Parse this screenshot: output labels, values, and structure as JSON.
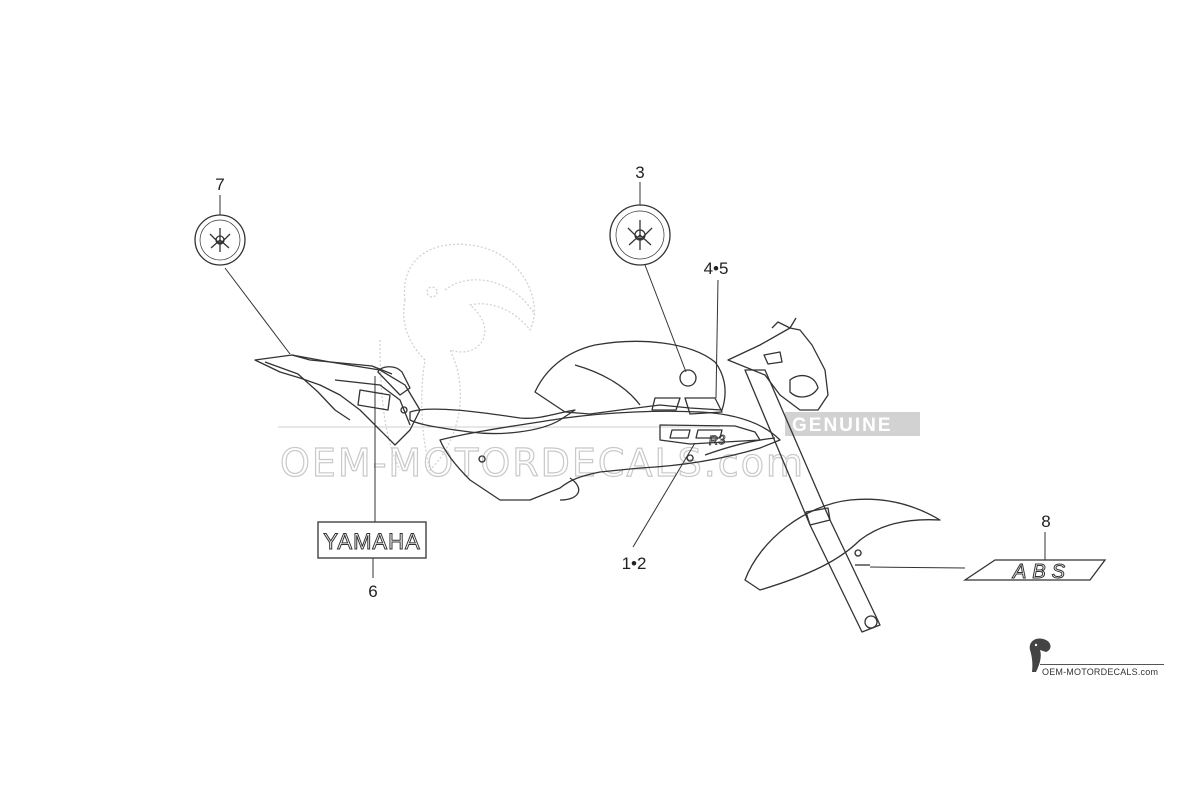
{
  "watermark": {
    "main": "OEM-MOTORDECALS.com",
    "stamp": "GENUINE"
  },
  "parts": [
    {
      "id": "7",
      "label": "7",
      "description": "emblem"
    },
    {
      "id": "3",
      "label": "3",
      "description": "emblem"
    },
    {
      "id": "4-5",
      "label": "4•5",
      "description": "tank graphic"
    },
    {
      "id": "6",
      "label": "6",
      "description": "YAMAHA emblem"
    },
    {
      "id": "1-2",
      "label": "1•2",
      "description": "side cowl graphic"
    },
    {
      "id": "8",
      "label": "8",
      "description": "ABS graphic"
    }
  ],
  "decals": {
    "yamaha_text": "YAMAHA",
    "abs_text": "ABS",
    "r3_text": "R3"
  },
  "footer_logo": {
    "caption": "OEM-MOTORDECALS.com"
  },
  "colors": {
    "line": "#333333",
    "watermark": "#c9c9c9",
    "background": "#ffffff"
  }
}
